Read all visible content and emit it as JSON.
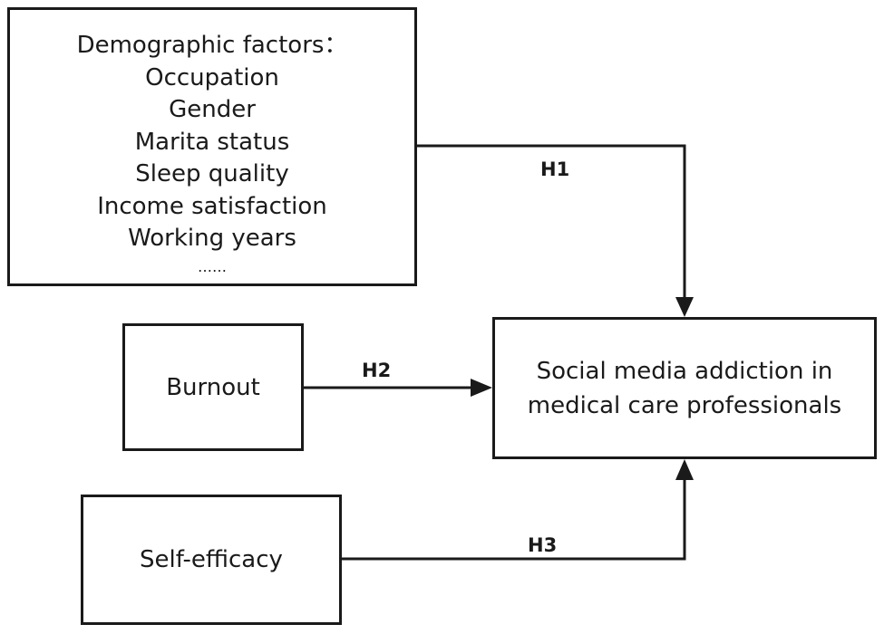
{
  "demographic_box": {
    "lines": [
      "Demographic factors：",
      "Occupation",
      "Gender",
      "Marita status",
      "Sleep quality",
      "Income satisfaction",
      "Working years",
      "……"
    ]
  },
  "burnout_box": {
    "label": "Burnout"
  },
  "self_efficacy_box": {
    "label": "Self-efficacy"
  },
  "outcome_box": {
    "line1": "Social media addiction in",
    "line2": "medical care professionals"
  },
  "hypotheses": {
    "h1": "H1",
    "h2": "H2",
    "h3": "H3"
  },
  "colors": {
    "line": "#1a1a1a",
    "background": "#ffffff"
  }
}
